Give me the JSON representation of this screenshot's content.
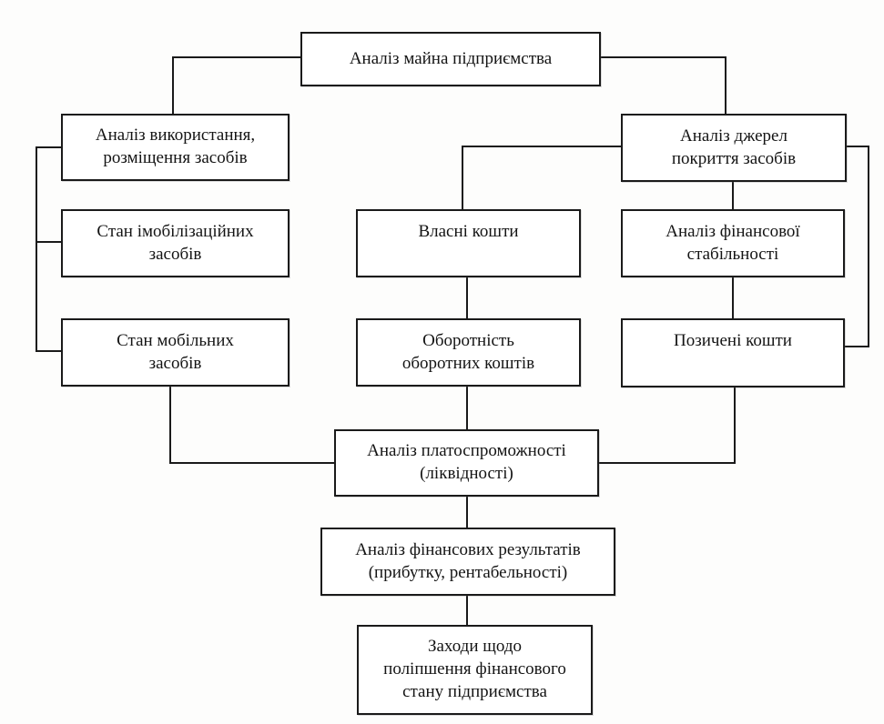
{
  "colors": {
    "line": "#1a1a1a",
    "box_border": "#1a1a1a",
    "box_fill": "#ffffff",
    "background": "#fdfdfc",
    "text": "#141414"
  },
  "diagram": {
    "type": "flowchart",
    "language": "uk",
    "title": "Аналіз майна підприємства",
    "nodes": {
      "root": {
        "label": "Аналіз майна підприємства"
      },
      "usage": {
        "label": "Аналіз використання,\nрозміщення засобів"
      },
      "sources": {
        "label": "Аналіз джерел\nпокриття засобів"
      },
      "immobilized": {
        "label": "Стан імобілізаційних\nзасобів"
      },
      "mobile": {
        "label": "Стан мобільних\nзасобів"
      },
      "own_funds": {
        "label": "Власні кошти"
      },
      "turnover": {
        "label": "Оборотність\nоборотних коштів"
      },
      "stability": {
        "label": "Аналіз фінансової\nстабільності"
      },
      "borrowed": {
        "label": "Позичені кошти"
      },
      "solvency": {
        "label": "Аналіз платоспроможності\n(ліквідності)"
      },
      "fin_results": {
        "label": "Аналіз фінансових результатів\n(прибутку, рентабельності)"
      },
      "measures": {
        "label": "Заходи щодо\nполіпшення фінансового\nстану підприємства"
      }
    },
    "edges": [
      {
        "from": "root",
        "to": "usage"
      },
      {
        "from": "root",
        "to": "sources"
      },
      {
        "from": "usage",
        "to": "immobilized"
      },
      {
        "from": "usage",
        "to": "mobile"
      },
      {
        "from": "sources",
        "to": "own_funds"
      },
      {
        "from": "sources",
        "to": "stability"
      },
      {
        "from": "sources",
        "to": "borrowed"
      },
      {
        "from": "stability",
        "to": "borrowed"
      },
      {
        "from": "own_funds",
        "to": "turnover"
      },
      {
        "from": "turnover",
        "to": "solvency"
      },
      {
        "from": "mobile",
        "to": "solvency"
      },
      {
        "from": "borrowed",
        "to": "solvency"
      },
      {
        "from": "solvency",
        "to": "fin_results"
      },
      {
        "from": "fin_results",
        "to": "measures"
      }
    ]
  }
}
